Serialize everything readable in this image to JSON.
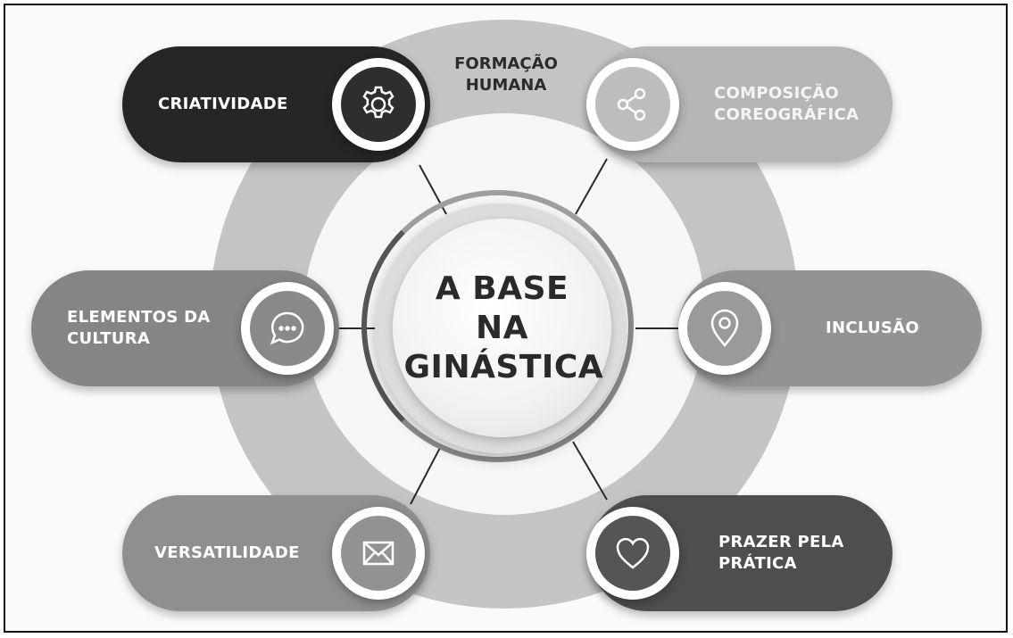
{
  "center": {
    "line1": "A BASE NA",
    "line2": "GINÁSTICA"
  },
  "top_label": {
    "line1": "FORMAÇÃO",
    "line2": "HUMANA"
  },
  "items": [
    {
      "line1": "CRIATIVIDADE",
      "line2": "",
      "icon": "gear-icon",
      "color": "#262626"
    },
    {
      "line1": "COMPOSIÇÃO",
      "line2": "COREOGRÁFICA",
      "icon": "share-icon",
      "color": "#b5b5b5"
    },
    {
      "line1": "ELEMENTOS DA",
      "line2": "CULTURA",
      "icon": "chat-bubble-icon",
      "color": "#858585"
    },
    {
      "line1": "INCLUSÃO",
      "line2": "",
      "icon": "location-pin-icon",
      "color": "#939393"
    },
    {
      "line1": "VERSATILIDADE",
      "line2": "",
      "icon": "envelope-icon",
      "color": "#8f8f8f"
    },
    {
      "line1": "PRAZER PELA",
      "line2": "PRÁTICA",
      "icon": "heart-icon",
      "color": "#4e4e4e"
    }
  ],
  "colors": {
    "outer_ring": "#c4c4c4",
    "core_text": "#2a2a2a"
  }
}
